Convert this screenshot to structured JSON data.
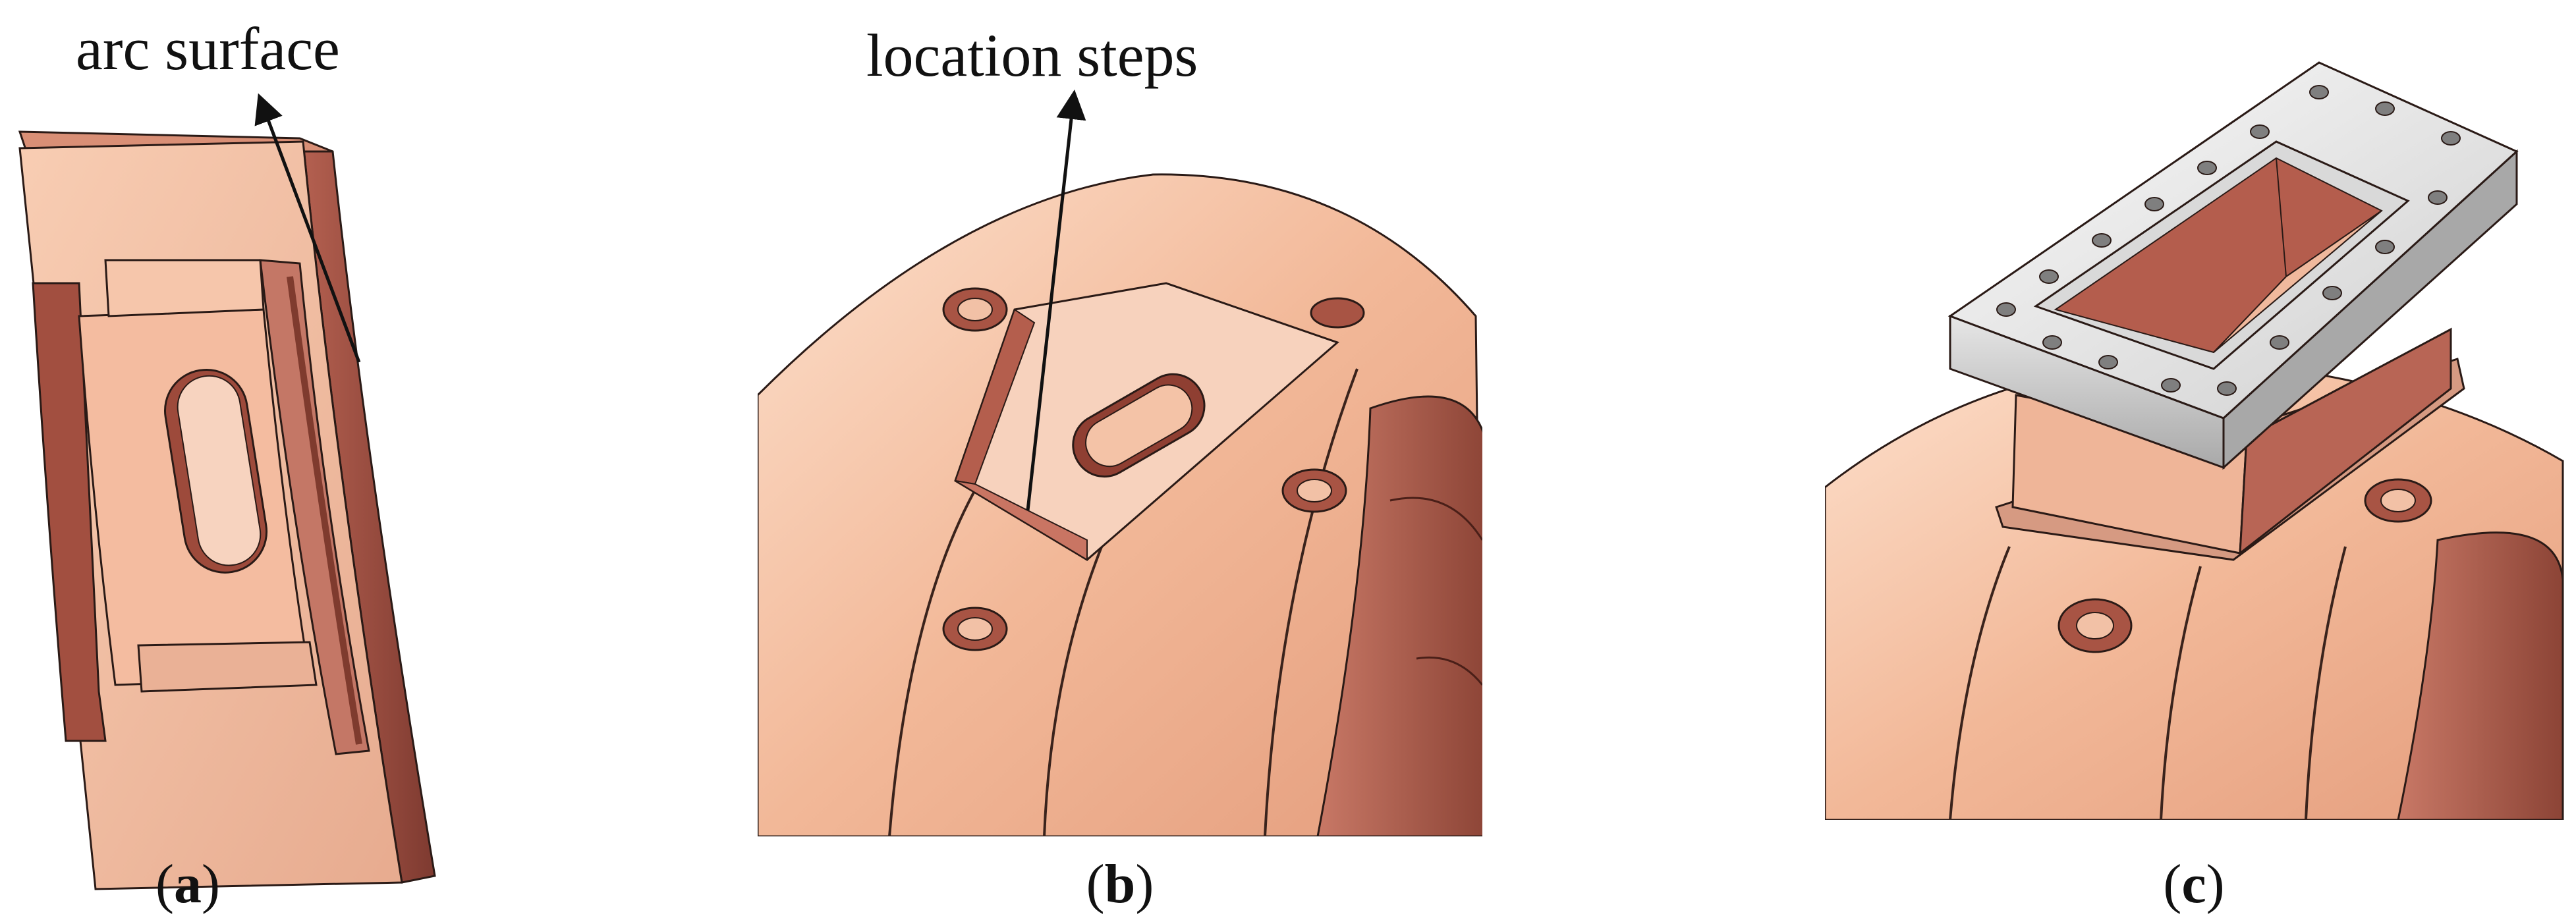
{
  "panels": [
    {
      "id": "a",
      "annotation": "arc surface",
      "caption": {
        "open": "(",
        "letter": "a",
        "close": ")"
      }
    },
    {
      "id": "b",
      "annotation": "location steps",
      "caption": {
        "open": "(",
        "letter": "b",
        "close": ")"
      }
    },
    {
      "id": "c",
      "annotation": "",
      "caption": {
        "open": "(",
        "letter": "c",
        "close": ")"
      }
    }
  ],
  "colors": {
    "copper_light": "#f6c4a8",
    "copper_mid": "#e4a587",
    "copper_dark": "#9a4a3c",
    "steel_light": "#f2f2f2",
    "steel_mid": "#d2d2d2",
    "steel_dark": "#8a8a8a",
    "outline": "#222222"
  }
}
